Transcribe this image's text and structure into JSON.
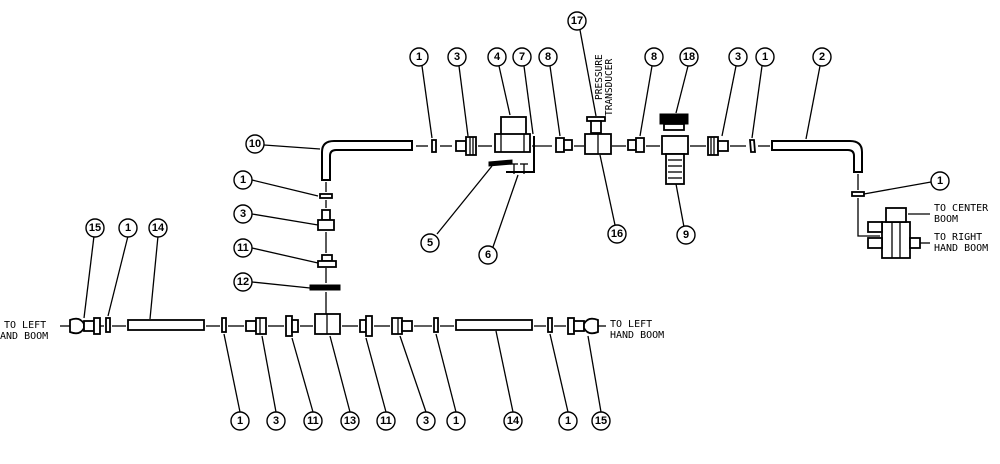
{
  "labels": {
    "pressure": "PRESSURE",
    "transducer": "TRANSDUCER",
    "to_center_1": "TO CENTER",
    "to_center_2": "BOOM",
    "to_right_1": "TO RIGHT",
    "to_right_2": "HAND BOOM",
    "to_left_a_1": "TO LEFT",
    "to_left_a_2": "HAND BOOM",
    "to_left_b_1": "TO LEFT",
    "to_left_b_2": "HAND BOOM"
  },
  "callouts": [
    "1",
    "3",
    "4",
    "7",
    "8",
    "17",
    "8",
    "18",
    "3",
    "1",
    "2",
    "10",
    "1",
    "3",
    "11",
    "12",
    "5",
    "6",
    "16",
    "9",
    "1",
    "15",
    "1",
    "14",
    "1",
    "3",
    "11",
    "13",
    "11",
    "3",
    "1",
    "14",
    "1",
    "15"
  ]
}
